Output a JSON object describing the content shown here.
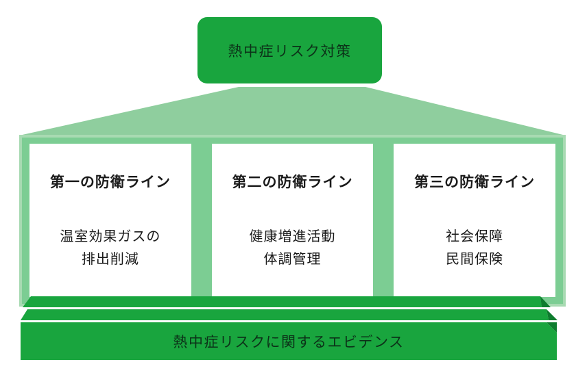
{
  "diagram": {
    "title": "熱中症リスク対策",
    "pillars": [
      {
        "heading": "第一の防衛ライン",
        "lines": [
          "温室効果ガスの",
          "排出削減"
        ]
      },
      {
        "heading": "第二の防衛ライン",
        "lines": [
          "健康増進活動",
          "体調管理"
        ]
      },
      {
        "heading": "第三の防衛ライン",
        "lines": [
          "社会保障",
          "民間保険"
        ]
      }
    ],
    "base_label": "熱中症リスクに関するエビデンス",
    "colors": {
      "primary_green": "#19A53E",
      "side_green": "#0E7C2E",
      "roof_green": "#8FCE9E",
      "frame_green": "#A8DAB2",
      "fill_green": "#7CCD93",
      "dark_text": "#0C3118",
      "pillar_text": "#1A1A1A"
    }
  }
}
